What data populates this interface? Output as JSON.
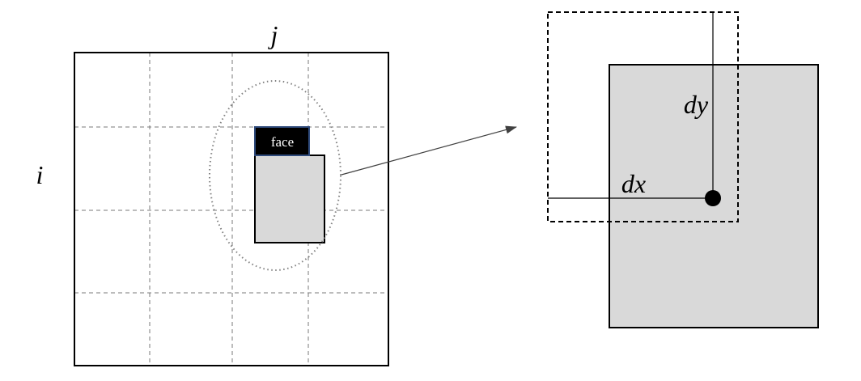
{
  "labels": {
    "column_index": "j",
    "row_index": "i",
    "face_tag": "face",
    "offset_y": "dy",
    "offset_x": "dx"
  },
  "colors": {
    "stroke": "#000000",
    "grid_dash": "#7a7a7a",
    "ellipse_dots": "#808080",
    "box_fill": "#d9d9d9",
    "face_tag_fill": "#000000",
    "face_tag_border": "#2f4b7c",
    "face_tag_text": "#ffffff",
    "arrow": "#404040"
  },
  "grid": {
    "rows": 4,
    "cols": 4
  }
}
